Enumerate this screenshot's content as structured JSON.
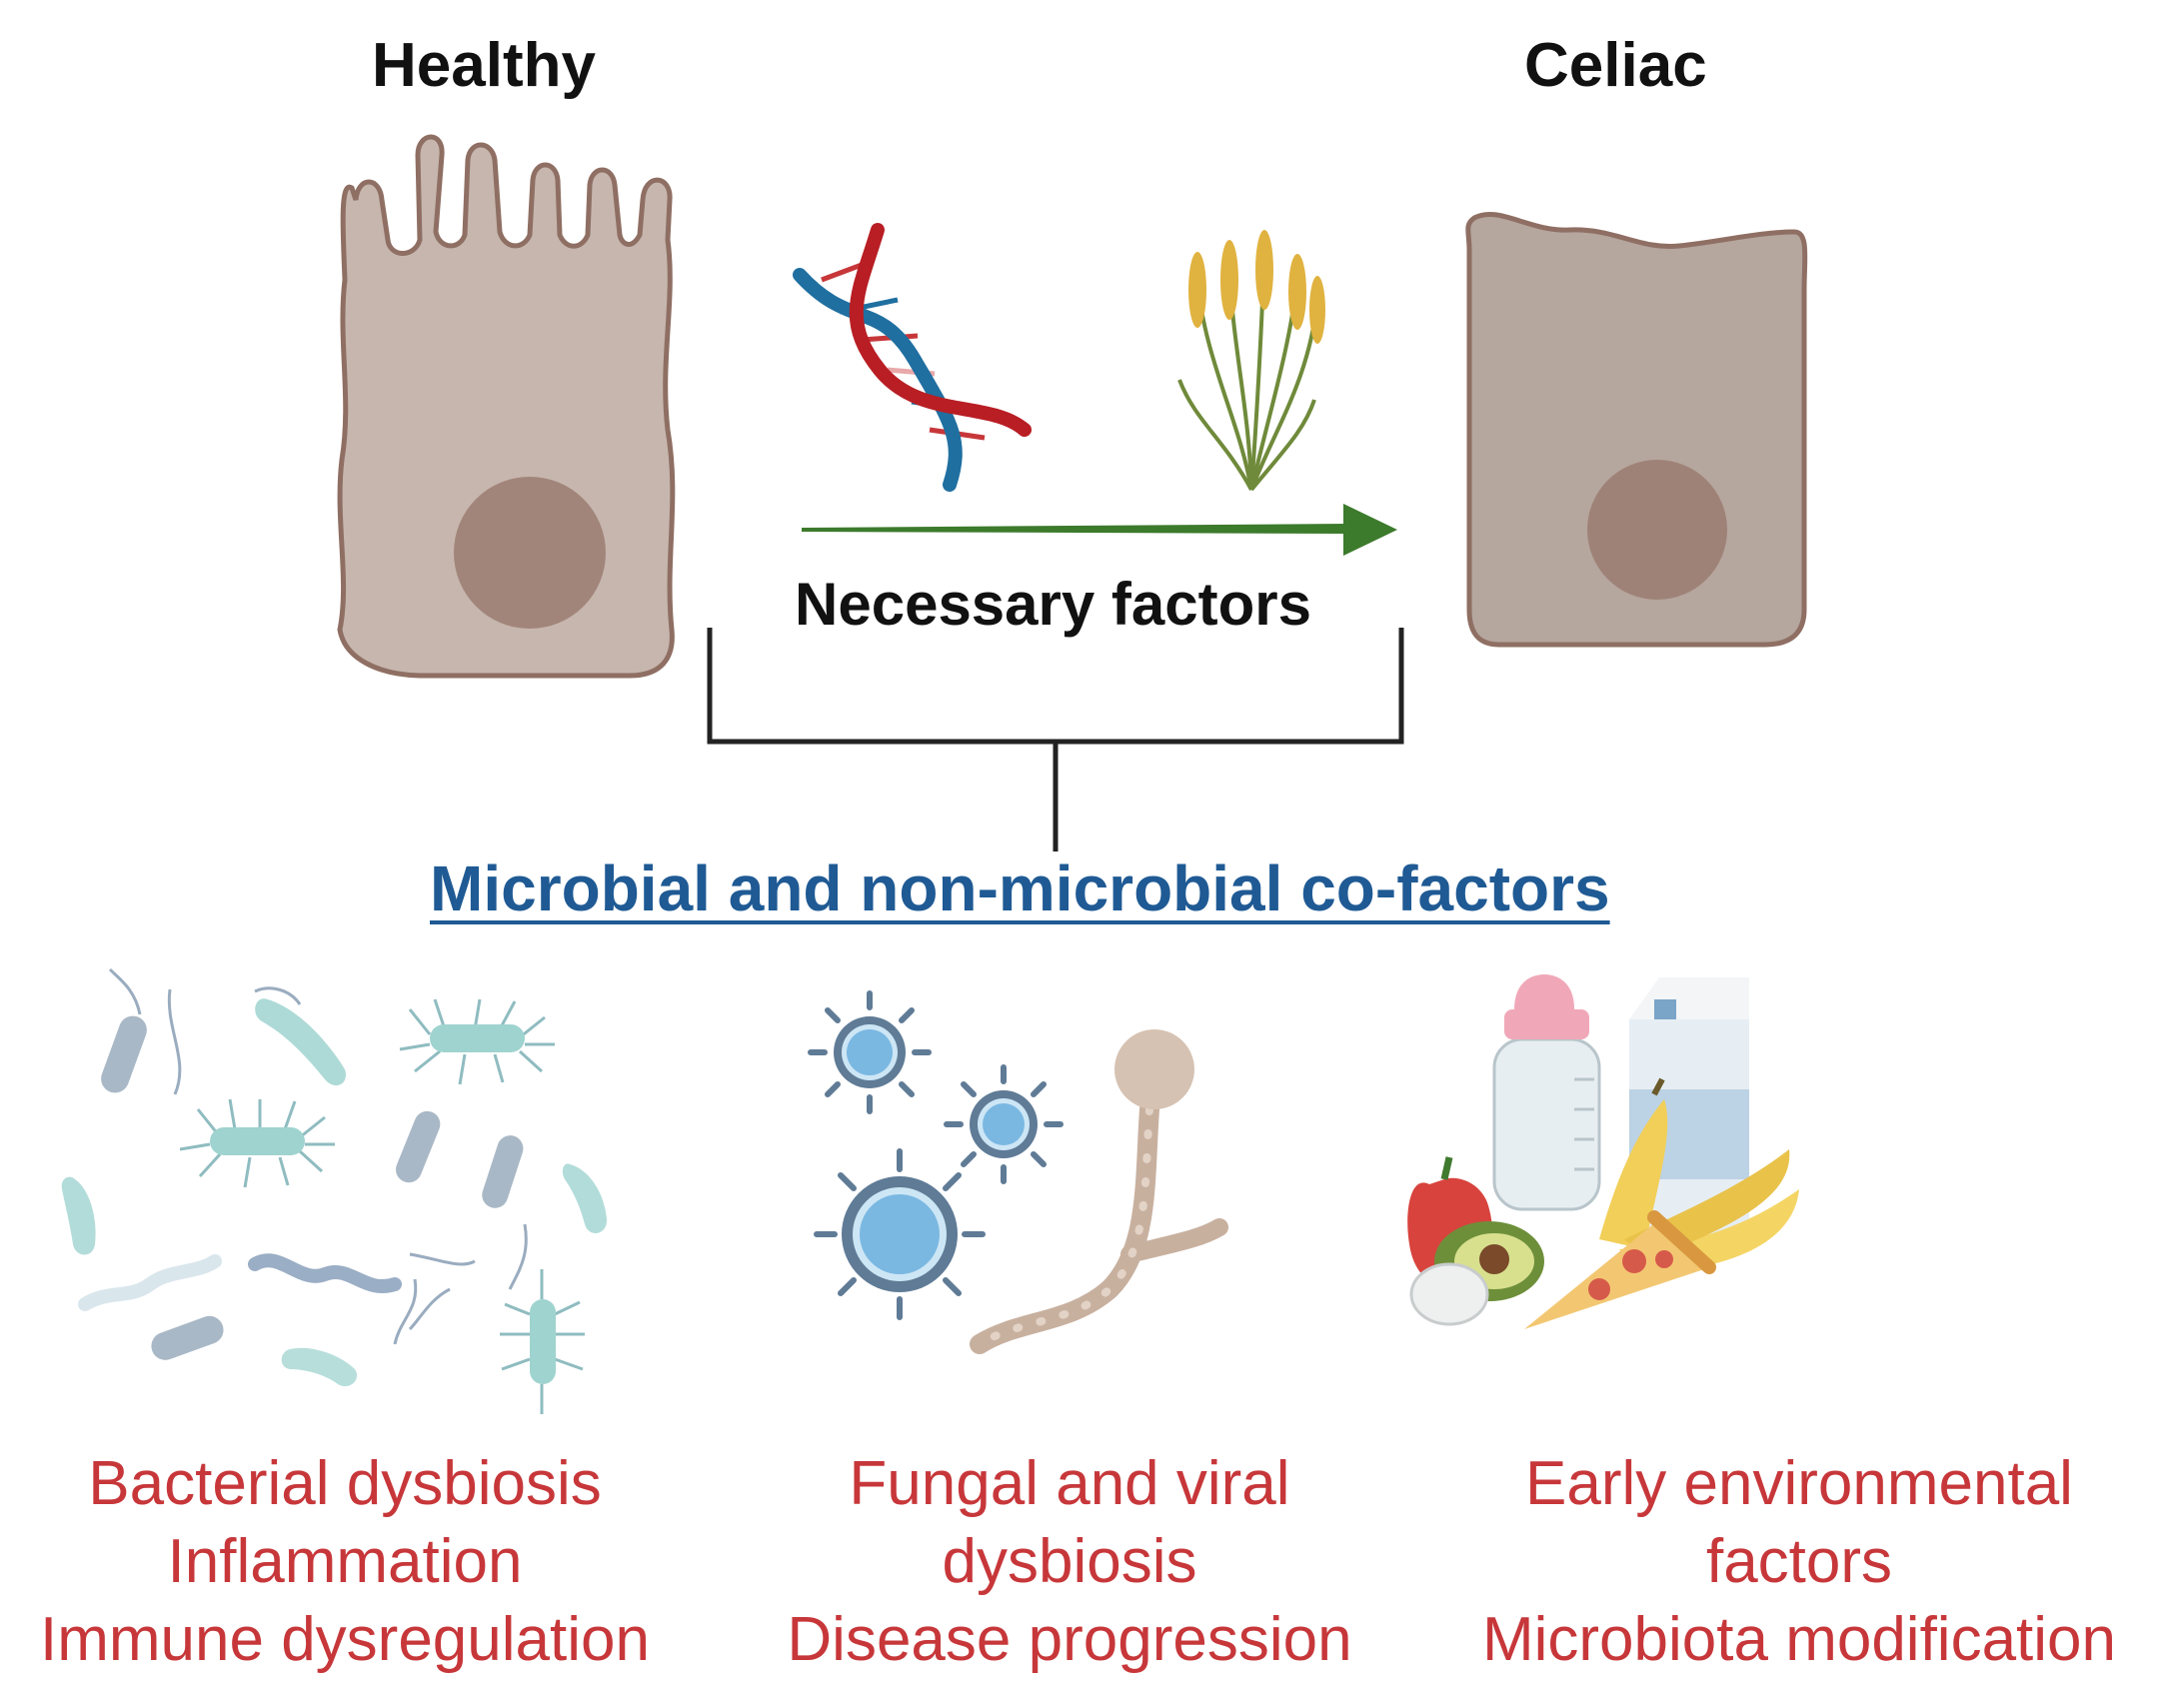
{
  "labels": {
    "healthy": "Healthy",
    "celiac": "Celiac",
    "necessary_factors": "Necessary factors",
    "cofactors": "Microbial and non-microbial co-factors"
  },
  "groups": [
    {
      "lines": [
        "Bacterial dysbiosis",
        "Inflammation",
        "Immune dysregulation"
      ]
    },
    {
      "lines": [
        "Fungal and viral",
        "dysbiosis",
        "Disease progression"
      ]
    },
    {
      "lines": [
        "Early environmental",
        "factors",
        "Microbiota modification"
      ]
    }
  ],
  "colors": {
    "heading": "#111111",
    "cofactors": "#1f5a94",
    "group_text": "#c7373a",
    "cell_healthy": "#c6b6ae",
    "cell_celiac": "#b5a69e",
    "nucleus": "#a2857a",
    "arrow": "#3c7a2c"
  }
}
